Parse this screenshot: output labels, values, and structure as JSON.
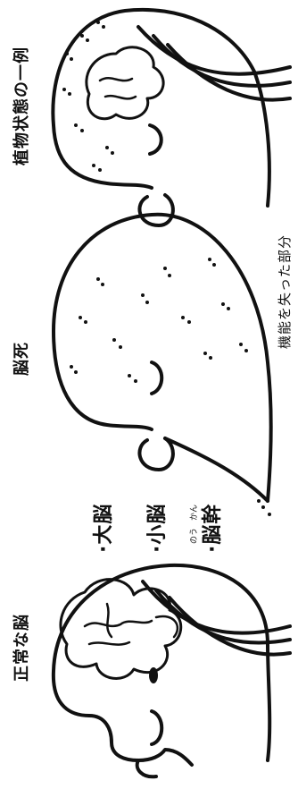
{
  "labels": {
    "normal_brain": "正常な脳",
    "cerebrum": "·大脳",
    "cerebellum": "·小脳",
    "brainstem": "·脳幹",
    "brainstem_ruby_nou": "のう",
    "brainstem_ruby_kan": "かん",
    "brain_death": "脳死",
    "vegetative_state": "植物状態の一例",
    "lost_function": "機能を失った部分"
  },
  "icons": {
    "normal_head": "head-profile-normal-brain",
    "brain_dead_head": "head-profile-brain-dead",
    "vegetative_head": "head-profile-vegetative-state"
  },
  "colors": {
    "line": "#111111",
    "background": "#ffffff"
  }
}
